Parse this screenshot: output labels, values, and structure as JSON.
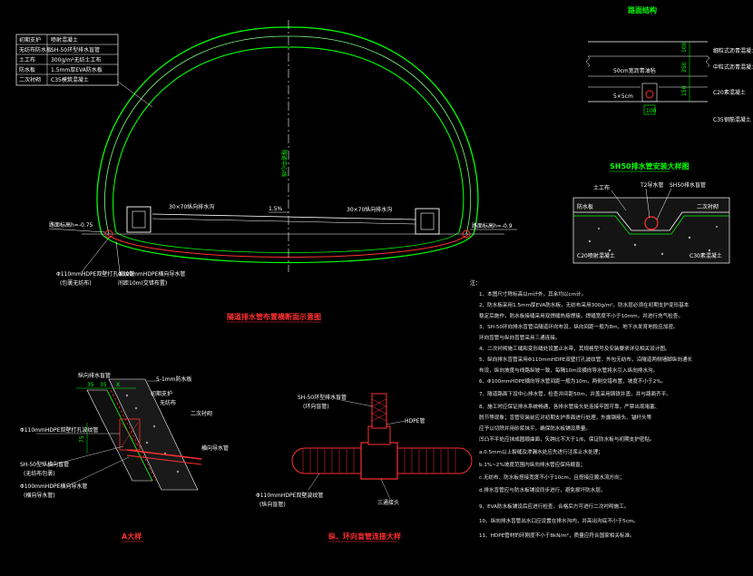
{
  "main_section": {
    "title": "隧道排水管布置横断面示意图",
    "layer_table": [
      {
        "name": "初期支护",
        "spec": "喷射混凝土"
      },
      {
        "name": "无纺布防水板",
        "spec": "SH-50环型排水盲管"
      },
      {
        "name": "土工布",
        "spec": "300g/m²无纺土工布"
      },
      {
        "name": "防水板",
        "spec": "1.5mm厚EVA防水板"
      },
      {
        "name": "二次衬砌",
        "spec": "C35模筑混凝土"
      }
    ],
    "center_label": "隧道中心线",
    "ditch_left": "30×70纵向排水沟",
    "ditch_right": "30×70纵向排水沟",
    "slope": "1.5%",
    "elev_left": "路面标高h=-0.75",
    "elev_right": "路面标高h=-0.9",
    "pipe_label_1": "Φ110mmHDPE双壁打孔波纹管",
    "pipe_label_1b": "(包裹无纺布)",
    "pipe_label_2": "Φ100mmHDPE横向导水管",
    "pipe_label_2b": "间距10m(交错布置)"
  },
  "top_right": {
    "title": "路面结构",
    "layers": [
      "细粒式沥青混凝土",
      "中粒式沥青混凝土",
      "C20素混凝土",
      "C35钢筋混凝土"
    ],
    "left_labels": [
      "50cm宽沥青油毡",
      "5×5cm"
    ],
    "dims": [
      "100",
      "250",
      "150",
      "100"
    ]
  },
  "drain_detail": {
    "title": "SH50排水管安装大样图",
    "labels": [
      "土工布",
      "T2导水管",
      "SH50排水盲管",
      "防水板",
      "二次衬砌"
    ],
    "bottom_left": "C20喷射混凝土",
    "bottom_right": "C30素混凝土"
  },
  "detail_a": {
    "title": "A大样",
    "dim_labels": [
      "35",
      "35",
      "X",
      "75"
    ],
    "labels": [
      "纵向排水盲管",
      "Φ110mmHDPE双壁打孔波纹管",
      "SH-50型纵横向盲管",
      "(无纺布包裹)",
      "Φ100mmHDPE横向导水管",
      "(横向导水管)",
      "5-1mm防水板",
      "二次衬砌",
      "初期支护",
      "无纺布",
      "横向导水管"
    ]
  },
  "detail_tee": {
    "title": "纵、环向盲管连接大样",
    "labels": [
      "SH-50环型排水盲管",
      "(环向盲管)",
      "HDPE管",
      "Φ110mmHDPE双壁波纹管",
      "(纵向盲管)",
      "三通接头"
    ]
  },
  "notes": {
    "lines": [
      "1、本图尺寸除标高以m计外，其余均以cm计。",
      "2、防水板采用1.5mm厚EVA防水板，无纺布采用300g/m²。防水层必须在初期支护变形基本",
      "   稳定后施作，防水板接缝采用双焊缝热熔焊接，焊缝宽度不小于10mm，并进行充气检查。",
      "3、SH-50环向排水盲管沿隧道环向布设，纵向间距一般为8m，地下水发育地段应加密。",
      "   环向盲管与纵向盲管采用三通连接。",
      "4、二次衬砌施工缝和变形缝处设置止水带，其规格型号及安装要求详见相关设计图。",
      "5、纵向排水盲管采用Φ110mmHDPE双壁打孔波纹管，外包无纺布，沿隧道两侧墙脚纵向通长",
      "   布设，纵向坡度与线路纵坡一致，每隔10m设横向导水管将水引入纵向排水沟。",
      "6、Φ100mmHDPE横向导水管间距一般为10m，两侧交错布置，坡度不小于2%。",
      "7、隧道路面下设中心排水管，检查井间距50m，井盖采用铸铁井盖，并与路面齐平。",
      "8、施工时应保证排水系统畅通，各排水管接头处连接牢固可靠，严禁出现堵塞、",
      "   脱节等现象；盲管安装前应对初期支护表面进行处理，外露钢筋头、锚杆头等",
      "   应予以切除并用砂浆抹平，确保防水板铺设质量。",
      "   凹凸不平处应抹成圆顺曲面，矢跨比不大于1/6，保证防水板与初期支护密贴。",
      "   a.0.5mm以上裂缝及渗漏水处应先进行注浆止水处理；",
      "   b.1%~2%坡度范围内纵向排水管应保持顺直；",
      "   c.无纺布、防水板搭接宽度不小于10cm，且搭接应顺水流方向；",
      "   d.排水盲管应与防水板铺设同步进行，避免损坏防水层。",
      "9、EVA防水板铺设后应进行检查，合格后方可进行二次衬砌施工。",
      "10、纵向排水盲管出水口应设置在排水沟内，并高出沟底不小于5cm。",
      "11、HDPE管材的环刚度不小于8kN/m²，质量应符合国家相关标准。"
    ]
  }
}
